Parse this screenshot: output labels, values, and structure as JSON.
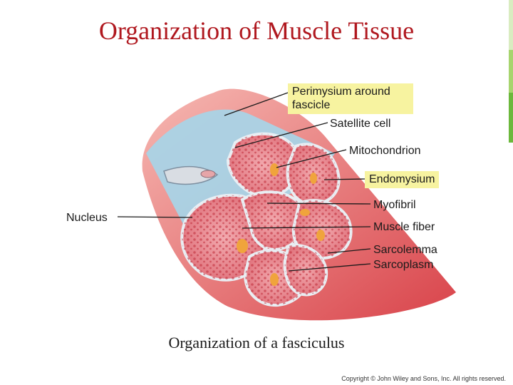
{
  "title": "Organization of Muscle Tissue",
  "labels": {
    "perimysium": "Perimysium around fascicle",
    "satellite": "Satellite cell",
    "mitochondrion": "Mitochondrion",
    "endomysium": "Endomysium",
    "myofibril": "Myofibril",
    "muscle_fiber": "Muscle fiber",
    "sarcolemma": "Sarcolemma",
    "sarcoplasm": "Sarcoplasm",
    "nucleus": "Nucleus"
  },
  "caption": "Organization of a fasciculus",
  "copyright": "Copyright © John Wiley and Sons, Inc. All rights reserved.",
  "colors": {
    "title": "#b0181f",
    "highlight": "#f7f3a0",
    "sidebar": [
      "#cde6a8",
      "#9ccf5c",
      "#64b33a",
      "#3f9a2a"
    ]
  }
}
